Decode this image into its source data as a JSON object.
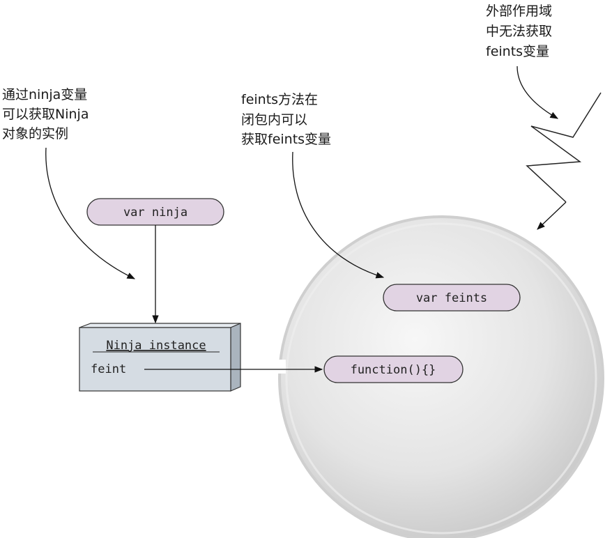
{
  "annotations": {
    "ninja_var": [
      "通过ninja变量",
      "可以获取Ninja",
      "对象的实例"
    ],
    "feints_inside": [
      "feints方法在",
      "闭包内可以",
      "获取feints变量"
    ],
    "outer_scope": [
      "外部作用域",
      "中无法获取",
      "feints变量"
    ]
  },
  "nodes": {
    "var_ninja": "var ninja",
    "ninja_instance_title": "Ninja instance",
    "ninja_instance_prop": "feint",
    "var_feints": "var feints",
    "function_node": "function(){}"
  },
  "colors": {
    "pill_fill": "#e1d3e3",
    "box_front": "#d5dce3",
    "box_side": "#aab4be",
    "sphere_light": "#f6f6f6",
    "sphere_dark": "#c4c4c4",
    "text": "#1a1a1a"
  }
}
